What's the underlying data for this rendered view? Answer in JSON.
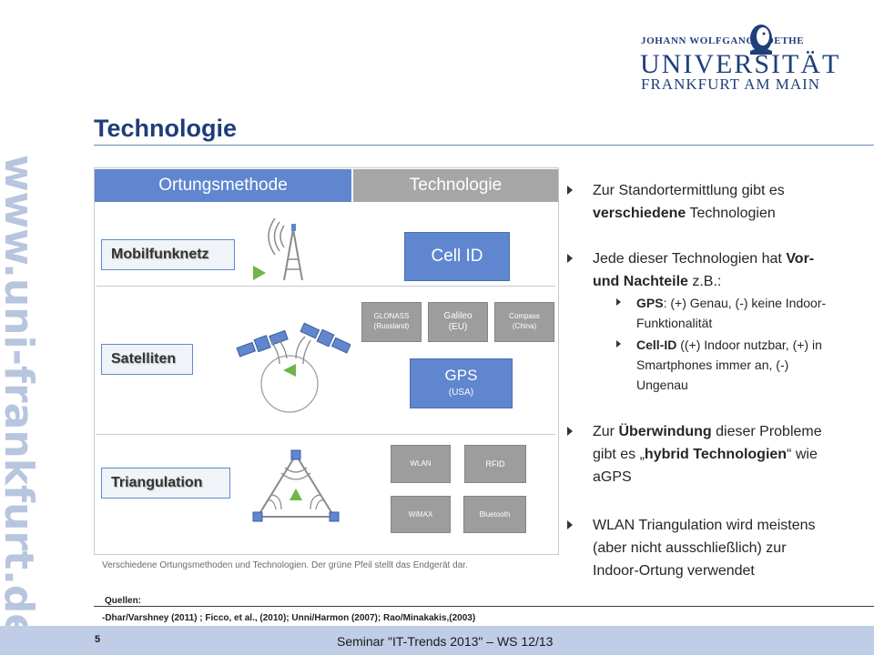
{
  "watermark_url": "www.uni-frankfurt.de",
  "logo": {
    "line1": "JOHANN WOLFGANG GOETHE",
    "line2": "UNIVERSITÄT",
    "line3": "FRANKFURT AM MAIN"
  },
  "slide": {
    "title": "Technologie",
    "table_header": {
      "col1": "Ortungsmethode",
      "col2": "Technologie"
    },
    "rows": [
      {
        "label": "Mobilfunknetz"
      },
      {
        "label": "Satelliten"
      },
      {
        "label": "Triangulation"
      }
    ],
    "tech_boxes": {
      "cellid": "Cell ID",
      "glonass": "GLONASS",
      "glonass_sub": "(Russland)",
      "galileo": "Galileo",
      "galileo_sub": "(EU)",
      "compass": "Compass",
      "compass_sub": "(China)",
      "gps": "GPS",
      "gps_sub": "(USA)",
      "wlan": "WLAN",
      "rfid": "RFID",
      "wimax": "WiMAX",
      "bluetooth": "Bluetooth"
    },
    "caption": "Verschiedene Ortungsmethoden und Technologien. Der grüne Pfeil stellt das Endgerät dar.",
    "bullets": {
      "b1_a": "Zur Standortermittlung gibt es",
      "b1_b_bold": "verschiedene",
      "b1_b_rest": " Technologien",
      "b2_a": "Jede dieser Technologien hat ",
      "b2_a_bold": "Vor-",
      "b2_b_bold": "und Nachteile",
      "b2_b_rest": " z.B.:",
      "s1_bold": "GPS",
      "s1_a": ": (+) Genau, (-) keine Indoor-",
      "s1_b": "Funktionalität",
      "s2_bold": "Cell-ID",
      "s2_a": " ((+) Indoor nutzbar, (+) in",
      "s2_b": "Smartphones immer an, (-)",
      "s2_c": "Ungenau",
      "b3_a_pre": "Zur ",
      "b3_a_bold": "Überwindung",
      "b3_a_post": " dieser Probleme",
      "b3_b_pre": "gibt es „",
      "b3_b_bold": "hybrid Technologien",
      "b3_b_post": "“ wie",
      "b3_c": "aGPS",
      "b4_a": "WLAN Triangulation wird meistens",
      "b4_b": "(aber nicht ausschließlich) zur",
      "b4_c": "Indoor-Ortung verwendet"
    },
    "sources_label": "Quellen:",
    "sources_text": "-Dhar/Varshney (2011) ; Ficco, et al., (2010); Unni/Harmon (2007); Rao/Minakakis,(2003)"
  },
  "footer": {
    "page": "5",
    "text": "Seminar \"IT-Trends 2013\" – WS 12/13"
  },
  "colors": {
    "title": "#1e3d7b",
    "accent_blue": "#5f86cf",
    "grey_box": "#9d9d9d",
    "footer_bg": "#bfcde6",
    "device_green": "#6fb54a"
  }
}
